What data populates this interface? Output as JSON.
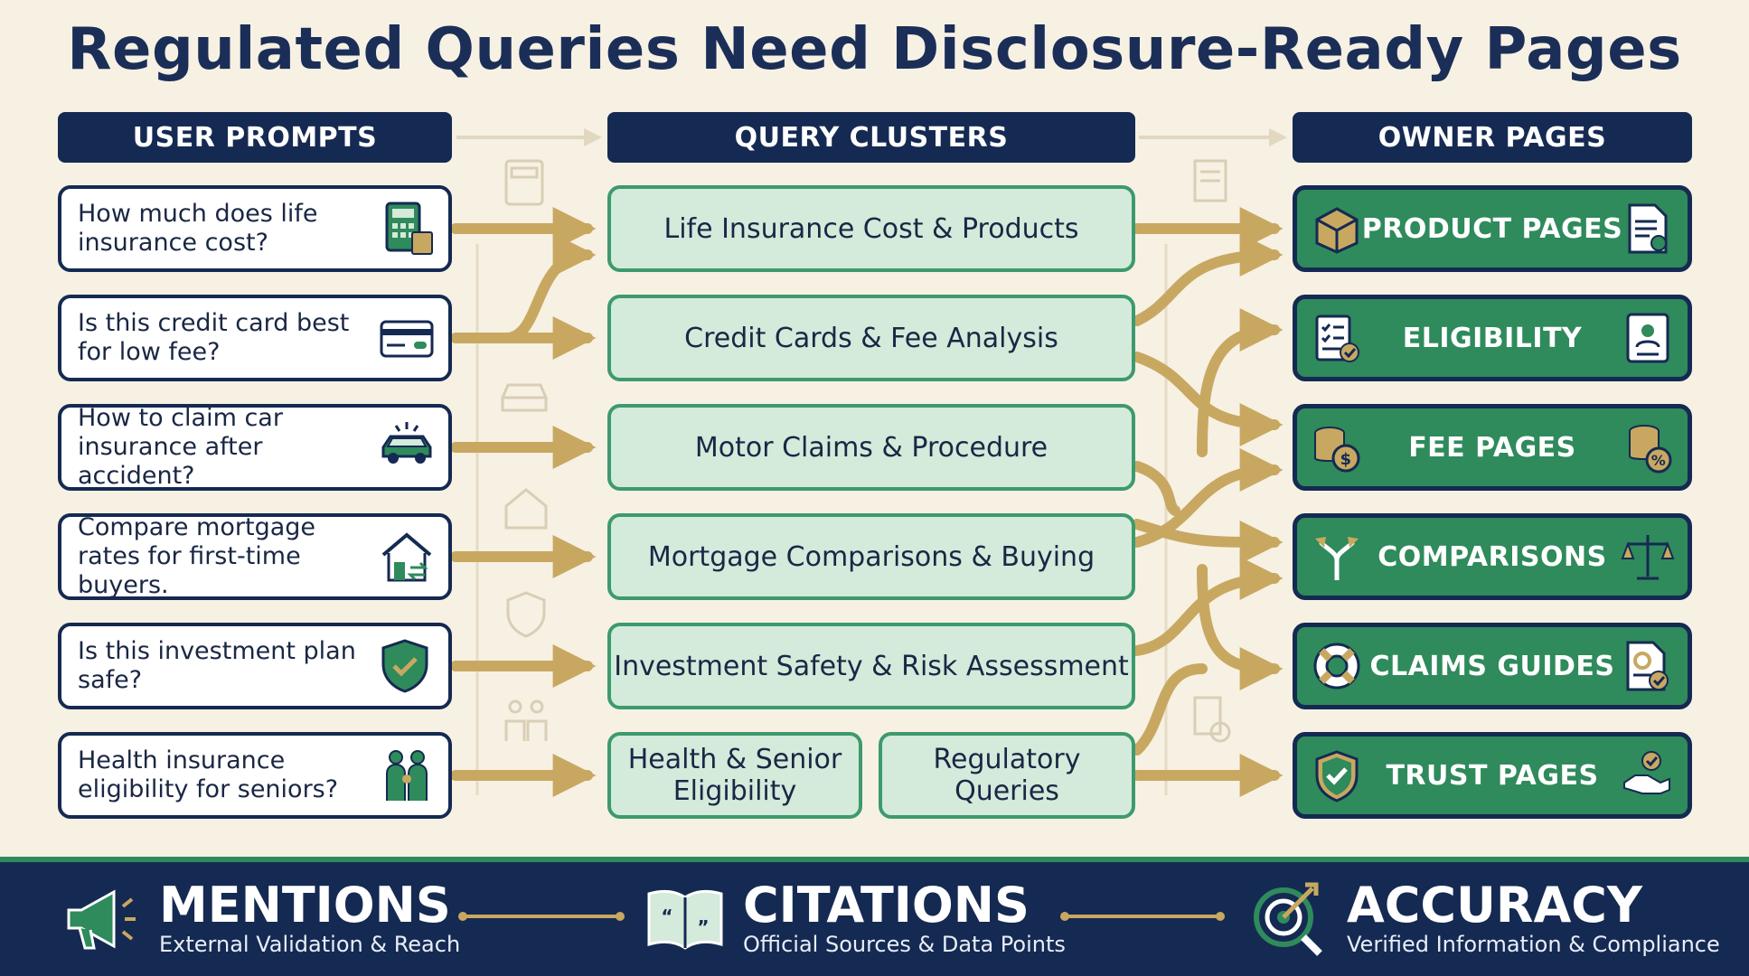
{
  "title": "Regulated Queries Need Disclosure-Ready Pages",
  "columns": {
    "prompts": "USER PROMPTS",
    "clusters": "QUERY CLUSTERS",
    "owners": "OWNER PAGES"
  },
  "prompts": [
    {
      "text": "How much does life insurance cost?",
      "icon": "calculator-icon"
    },
    {
      "text": "Is this credit card best for low fee?",
      "icon": "credit-card-icon"
    },
    {
      "text": "How to claim car insurance after accident?",
      "icon": "car-icon"
    },
    {
      "text": "Compare mortgage rates for first-time buyers.",
      "icon": "house-icon"
    },
    {
      "text": "Is this investment plan safe?",
      "icon": "shield-icon"
    },
    {
      "text": "Health insurance eligibility for seniors?",
      "icon": "family-icon"
    }
  ],
  "clusters": [
    "Life Insurance Cost & Products",
    "Credit Cards & Fee Analysis",
    "Motor Claims & Procedure",
    "Mortgage Comparisons & Buying",
    "Investment Safety & Risk Assessment",
    "Health & Senior Eligibility",
    "Regulatory Queries"
  ],
  "owners": [
    {
      "label": "PRODUCT PAGES",
      "icon_left": "box-icon",
      "icon_right": "document-icon"
    },
    {
      "label": "ELIGIBILITY",
      "icon_left": "checklist-icon",
      "icon_right": "id-card-icon"
    },
    {
      "label": "FEE PAGES",
      "icon_left": "coins-icon",
      "icon_right": "percent-coins-icon"
    },
    {
      "label": "COMPARISONS",
      "icon_left": "split-arrow-icon",
      "icon_right": "scales-icon"
    },
    {
      "label": "CLAIMS GUIDES",
      "icon_left": "lifebuoy-icon",
      "icon_right": "claim-document-icon"
    },
    {
      "label": "TRUST PAGES",
      "icon_left": "shield-check-icon",
      "icon_right": "handshake-icon"
    }
  ],
  "footer": [
    {
      "title": "MENTIONS",
      "subtitle": "External Validation & Reach",
      "icon": "megaphone-icon"
    },
    {
      "title": "CITATIONS",
      "subtitle": "Official Sources & Data Points",
      "icon": "book-icon"
    },
    {
      "title": "ACCURACY",
      "subtitle": "Verified Information & Compliance",
      "icon": "target-icon"
    }
  ],
  "colors": {
    "navy": "#152a52",
    "green": "#2f8a5c",
    "mint": "#d4eadb",
    "gold": "#c8a861",
    "background": "#f7f1e3"
  }
}
